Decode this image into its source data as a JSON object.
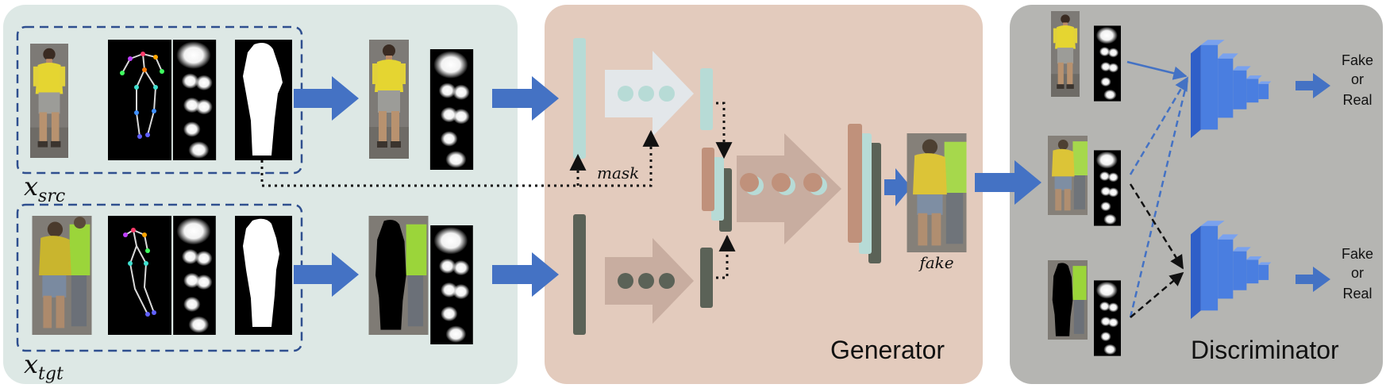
{
  "labels": {
    "x_src_main": "x",
    "x_src_sub": "src",
    "x_tgt_main": "x",
    "x_tgt_sub": "tgt",
    "mask": "mask",
    "fake_image": "fake",
    "generator": "Generator",
    "discriminator": "Discriminator",
    "out1_line1": "Fake",
    "out1_line2": "or",
    "out1_line3": "Real",
    "out2_line1": "Fake",
    "out2_line2": "or",
    "out2_line3": "Real"
  },
  "colors": {
    "input_panel": "#dde8e5",
    "generator_panel": "#e3cbbd",
    "discriminator_panel": "#b5b5b2",
    "arrow_blue": "#4472c4",
    "encoder_light": "#b7dbd6",
    "encoder_dark": "#5b6257",
    "decoder_brown": "#c0917b",
    "dashed_box": "#2f4f8f"
  }
}
